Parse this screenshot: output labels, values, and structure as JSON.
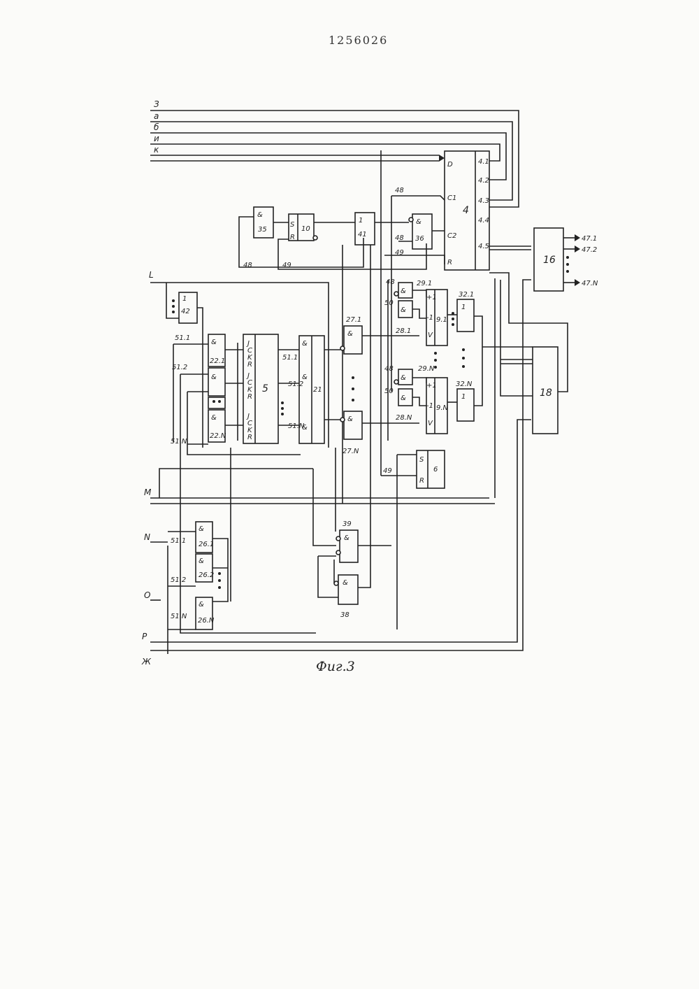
{
  "document": {
    "number": "1256026",
    "caption": "Фиг.3"
  },
  "inputs_top": [
    "З",
    "а",
    "б",
    "и",
    "к"
  ],
  "inputs_left": [
    "L",
    "M",
    "N",
    "O",
    "P",
    "Ж"
  ],
  "blocks": {
    "b4": "4",
    "b4_pins": [
      "D",
      "C1",
      "C2",
      "R"
    ],
    "b4_outputs": [
      "4.1",
      "4.2",
      "4.3",
      "4.4",
      "4.5"
    ],
    "b35": "35",
    "b10": "10",
    "b41": "41",
    "b36": "36",
    "b5": "5",
    "b21": "21",
    "b6": "6",
    "b16": "16",
    "b18": "18",
    "b39": "39",
    "b38": "38",
    "b42": "42"
  },
  "gates": {
    "and": "&",
    "or": "1",
    "g22": [
      "22.1",
      "22.N"
    ],
    "g27": [
      "27.1",
      "27.N"
    ],
    "g26": [
      "26.1",
      "26.2",
      "26.N"
    ],
    "g28": [
      "28.1",
      "28.N"
    ],
    "g29": [
      "29.1",
      "29.N"
    ],
    "g9": [
      "9.1",
      "9.N"
    ],
    "g32": [
      "32.1",
      "32.N"
    ]
  },
  "signals": [
    "48",
    "49",
    "50",
    "51.1",
    "51.2",
    "51.N"
  ],
  "outputs": [
    "47.1",
    "47.2",
    "47.N"
  ],
  "pins": {
    "S": "S",
    "R": "R",
    "J": "J",
    "C": "C",
    "K": "K",
    "V": "V",
    "plus1": "+1",
    "minus1": "-1"
  }
}
